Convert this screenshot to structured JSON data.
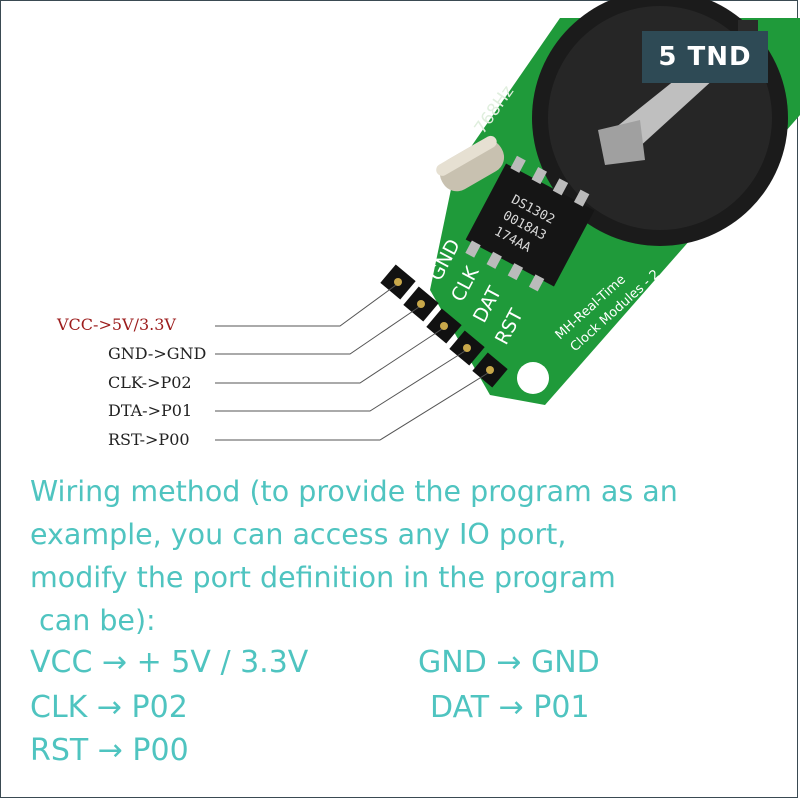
{
  "price_badge": "5 TND",
  "colors": {
    "badge_bg": "#2e4a55",
    "pcb_green": "#1f9a3a",
    "text_teal": "#4fc4c0",
    "label_red": "#9c1c1c"
  },
  "board": {
    "header_pins": [
      "VCC",
      "GND",
      "CLK",
      "DAT",
      "RST"
    ],
    "chip_lines": [
      "DS1302",
      "0018A3",
      "174AA"
    ],
    "crystal_text": "768Hz",
    "module_text": [
      "MH-Real-Time",
      "Clock Modules - 2"
    ]
  },
  "pin_labels": [
    {
      "text": "VCC->5V/3.3V",
      "highlight": true
    },
    {
      "text": "GND->GND",
      "highlight": false
    },
    {
      "text": "CLK->P02",
      "highlight": false
    },
    {
      "text": "DTA->P01",
      "highlight": false
    },
    {
      "text": "RST->P00",
      "highlight": false
    }
  ],
  "wiring_text": [
    "Wiring method (to provide the program as an",
    "example, you can access any IO port,",
    "modify the port definition in the program",
    " can be):"
  ],
  "mappings": {
    "vcc": "VCC → + 5V / 3.3V",
    "gnd": "GND → GND",
    "clk": "CLK → P02",
    "dat": "DAT → P01",
    "rst": "RST → P00"
  }
}
